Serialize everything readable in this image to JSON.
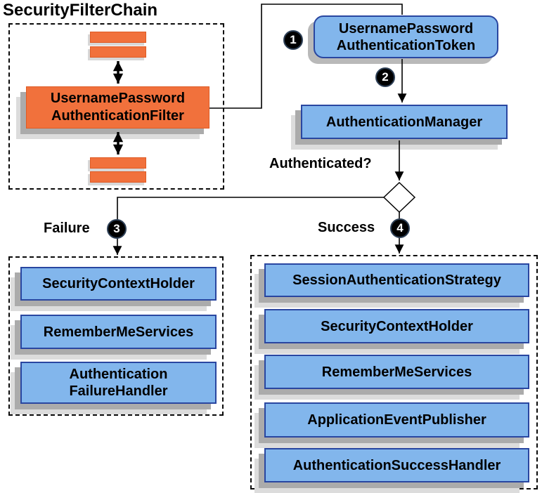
{
  "diagram": {
    "title": "SecurityFilterChain",
    "filter_chain": {
      "filter_box": {
        "lines": [
          "UsernamePassword",
          "AuthenticationFilter"
        ]
      }
    },
    "steps": {
      "create_token_badge": "1",
      "authenticate_badge": "2",
      "failure_badge": "3",
      "success_badge": "4"
    },
    "token_box": {
      "lines": [
        "UsernamePassword",
        "AuthenticationToken"
      ]
    },
    "manager_box": {
      "label": "AuthenticationManager"
    },
    "decision": {
      "question": "Authenticated?"
    },
    "failure_branch": {
      "label": "Failure"
    },
    "success_branch": {
      "label": "Success"
    },
    "failure_handlers": [
      {
        "lines": [
          "SecurityContextHolder"
        ]
      },
      {
        "lines": [
          "RememberMeServices"
        ]
      },
      {
        "lines": [
          "Authentication",
          "FailureHandler"
        ]
      }
    ],
    "success_handlers": [
      {
        "lines": [
          "SessionAuthenticationStrategy"
        ]
      },
      {
        "lines": [
          "SecurityContextHolder"
        ]
      },
      {
        "lines": [
          "RememberMeServices"
        ]
      },
      {
        "lines": [
          "ApplicationEventPublisher"
        ]
      },
      {
        "lines": [
          "AuthenticationSuccessHandler"
        ]
      }
    ],
    "colors": {
      "orange_fill": "#F1713C",
      "orange_border": "#DE5B24",
      "blue_fill": "#82B6EC",
      "blue_border": "#2946A0",
      "shadow_dark": "#ABABAB",
      "shadow_light": "#DCDCDC",
      "badge_background": "#000000",
      "badge_text": "#FFFFFF",
      "line_color": "#000000"
    }
  }
}
